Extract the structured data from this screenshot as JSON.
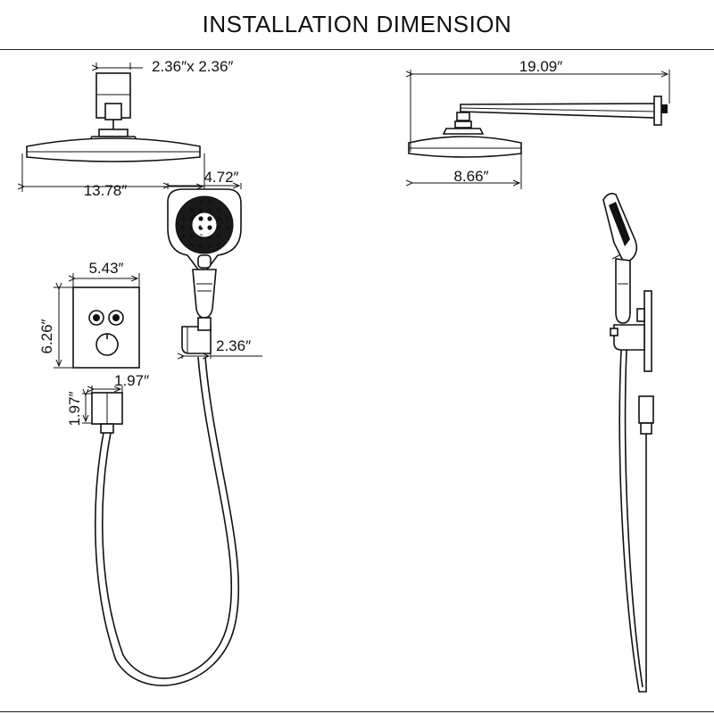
{
  "title": "INSTALLATION DIMENSION",
  "dimensions": {
    "arm_flange_size": "2.36″x 2.36″",
    "rain_head_width": "13.78″",
    "arm_length": "19.09″",
    "rain_head_depth": "8.66″",
    "handheld_width": "4.72″",
    "valve_width": "5.43″",
    "valve_height": "6.26″",
    "holder_width": "2.36″",
    "elbow_width": "1.97″",
    "elbow_height": "1.97″"
  }
}
